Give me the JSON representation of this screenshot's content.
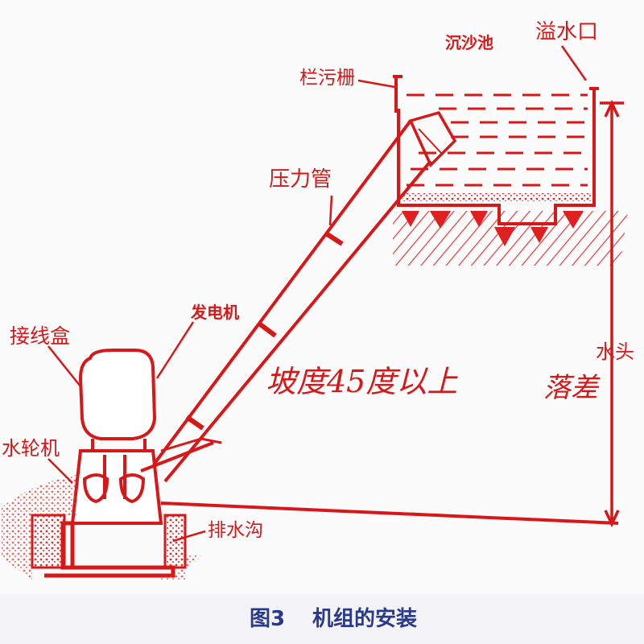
{
  "colors": {
    "line": "#d81818",
    "caption": "#2a3a8a",
    "ground": "#e02020"
  },
  "labels": {
    "overflow": "溢水口",
    "sand_basin": "沉沙池",
    "trash_rack": "栏污栅",
    "penstock": "压力管",
    "generator": "发电机",
    "junction_box": "接线盒",
    "turbine": "水轮机",
    "drain": "排水沟",
    "slope": "坡度45度以上",
    "head_top": "水头",
    "head_bottom": "落差"
  },
  "caption": {
    "number": "图3",
    "title": "机组的安装"
  }
}
